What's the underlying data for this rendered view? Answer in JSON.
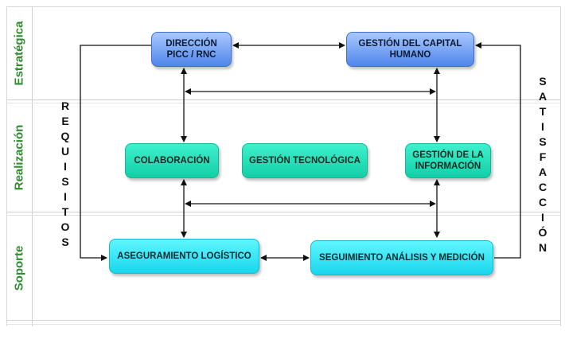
{
  "sections": [
    {
      "label": "Estratégica"
    },
    {
      "label": "Realización"
    },
    {
      "label": "Soporte"
    }
  ],
  "boxes": {
    "direccion": "DIRECCIÓN PICC / RNC",
    "capital": "GESTIÓN DEL CAPITAL HUMANO",
    "colaboracion": "COLABORACIÓN",
    "tecnologica": "GESTIÓN TECNOLÓGICA",
    "informacion": "GESTIÓN DE LA INFORMACIÓN",
    "logistico": "ASEGURAMIENTO LOGÍSTICO",
    "seguimiento": "SEGUIMIENTO ANÁLISIS Y MEDICIÓN"
  },
  "side_labels": {
    "left": [
      "R",
      "E",
      "Q",
      "U",
      "I",
      "S",
      "I",
      "T",
      "O",
      "S"
    ],
    "right": [
      "S",
      "A",
      "T",
      "I",
      "S",
      "F",
      "A",
      "C",
      "C",
      "I",
      "Ó",
      "N"
    ]
  },
  "colors": {
    "section_label": "#2e8b2e",
    "strategic_box": "#6b9cf2",
    "realization_box": "#1fdcb2",
    "support_box": "#2ee2f2"
  }
}
